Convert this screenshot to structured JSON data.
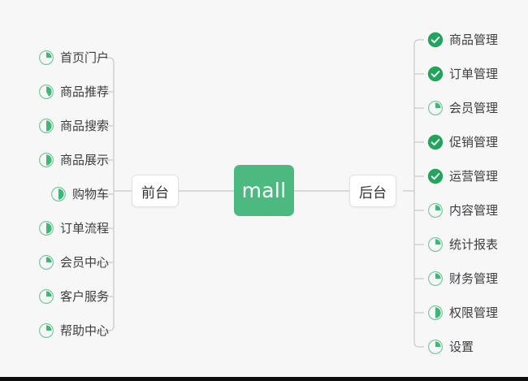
{
  "diagram": {
    "type": "mind-map",
    "background_color": "#f7f7f7",
    "accent_color": "#4cba80",
    "done_color": "#22a45d",
    "line_color": "#c9c9c9",
    "root": {
      "label": "mall"
    },
    "branches": [
      {
        "label": "前台",
        "side": "left"
      },
      {
        "label": "后台",
        "side": "right"
      }
    ]
  },
  "frontend": {
    "branch_label": "前台",
    "items": [
      {
        "label": "首页门户",
        "icon": "pie-progress-icon",
        "percent": 25,
        "status": "in-progress"
      },
      {
        "label": "商品推荐",
        "icon": "pie-progress-icon",
        "percent": 42,
        "status": "in-progress"
      },
      {
        "label": "商品搜索",
        "icon": "pie-progress-icon",
        "percent": 50,
        "status": "in-progress"
      },
      {
        "label": "商品展示",
        "icon": "pie-progress-icon",
        "percent": 50,
        "status": "in-progress"
      },
      {
        "label": "购物车",
        "icon": "pie-progress-icon",
        "percent": 50,
        "status": "in-progress"
      },
      {
        "label": "订单流程",
        "icon": "pie-progress-icon",
        "percent": 50,
        "status": "in-progress"
      },
      {
        "label": "会员中心",
        "icon": "pie-progress-icon",
        "percent": 25,
        "status": "in-progress"
      },
      {
        "label": "客户服务",
        "icon": "pie-progress-icon",
        "percent": 25,
        "status": "in-progress"
      },
      {
        "label": "帮助中心",
        "icon": "pie-progress-icon",
        "percent": 25,
        "status": "in-progress"
      }
    ]
  },
  "backend": {
    "branch_label": "后台",
    "items": [
      {
        "label": "商品管理",
        "icon": "check-circle-icon",
        "percent": 100,
        "status": "done"
      },
      {
        "label": "订单管理",
        "icon": "check-circle-icon",
        "percent": 100,
        "status": "done"
      },
      {
        "label": "会员管理",
        "icon": "pie-progress-icon",
        "percent": 25,
        "status": "in-progress"
      },
      {
        "label": "促销管理",
        "icon": "check-circle-icon",
        "percent": 100,
        "status": "done"
      },
      {
        "label": "运营管理",
        "icon": "check-circle-icon",
        "percent": 100,
        "status": "done"
      },
      {
        "label": "内容管理",
        "icon": "pie-progress-icon",
        "percent": 25,
        "status": "in-progress"
      },
      {
        "label": "统计报表",
        "icon": "pie-progress-icon",
        "percent": 25,
        "status": "in-progress"
      },
      {
        "label": "财务管理",
        "icon": "pie-progress-icon",
        "percent": 25,
        "status": "in-progress"
      },
      {
        "label": "权限管理",
        "icon": "pie-progress-icon",
        "percent": 50,
        "status": "in-progress"
      },
      {
        "label": "设置",
        "icon": "pie-progress-icon",
        "percent": 25,
        "status": "in-progress"
      }
    ]
  }
}
